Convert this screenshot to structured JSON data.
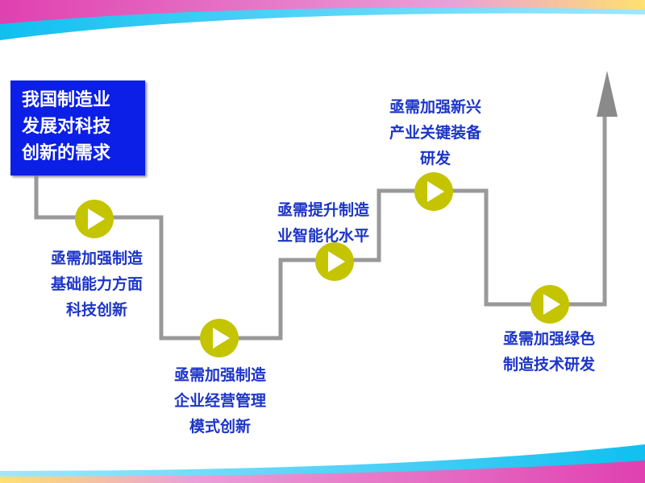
{
  "title_box": {
    "lines": [
      "我国制造业",
      "发展对科技",
      "创新的需求"
    ]
  },
  "steps": [
    {
      "lines": [
        "亟需加强制造",
        "基础能力方面",
        "科技创新"
      ]
    },
    {
      "lines": [
        "亟需加强制造",
        "企业经营管理",
        "模式创新"
      ]
    },
    {
      "lines": [
        "亟需提升制造",
        "业智能化水平"
      ]
    },
    {
      "lines": [
        "亟需加强新兴",
        "产业关键装备",
        "研发"
      ]
    },
    {
      "lines": [
        "亟需加强绿色",
        "制造技术研发"
      ]
    }
  ],
  "colors": {
    "box": "#0b1fe6",
    "text": "#1d35c8",
    "line": "#999999",
    "node": "#c4c400"
  }
}
